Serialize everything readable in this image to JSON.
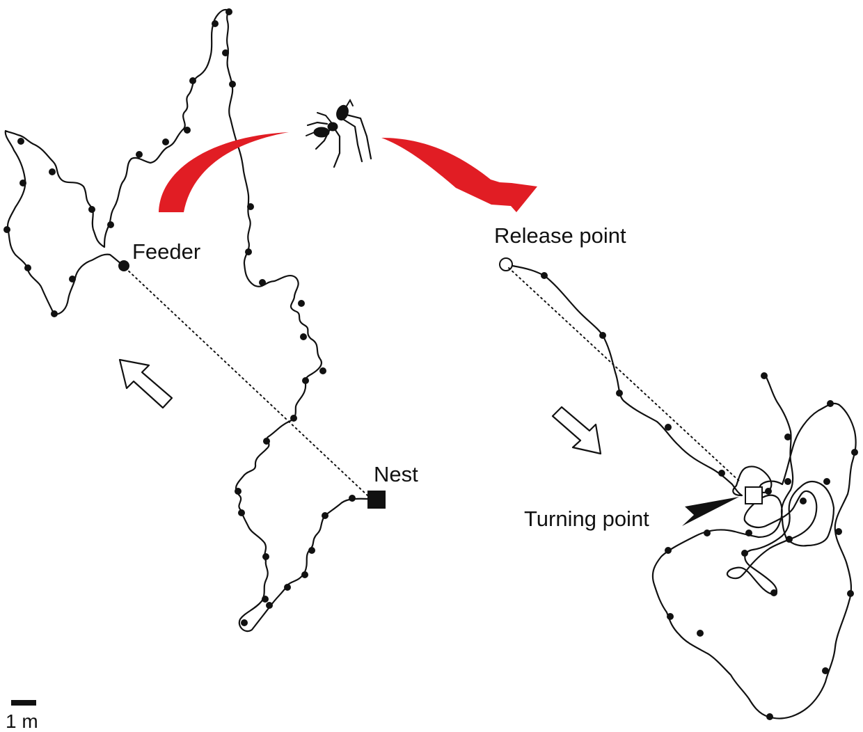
{
  "labels": {
    "feeder": "Feeder",
    "nest": "Nest",
    "release_point": "Release point",
    "turning_point": "Turning point"
  },
  "scale_bar": {
    "label": "1 m"
  },
  "colors": {
    "displacement_arrow": "#e11d24",
    "ink": "#111111",
    "background": "#ffffff"
  },
  "icons": {
    "transfer": "ant-icon",
    "heading_outbound": "hollow-arrow-northwest-icon",
    "heading_homeward": "hollow-arrow-southeast-icon",
    "pointer": "black-arrowhead-icon"
  }
}
